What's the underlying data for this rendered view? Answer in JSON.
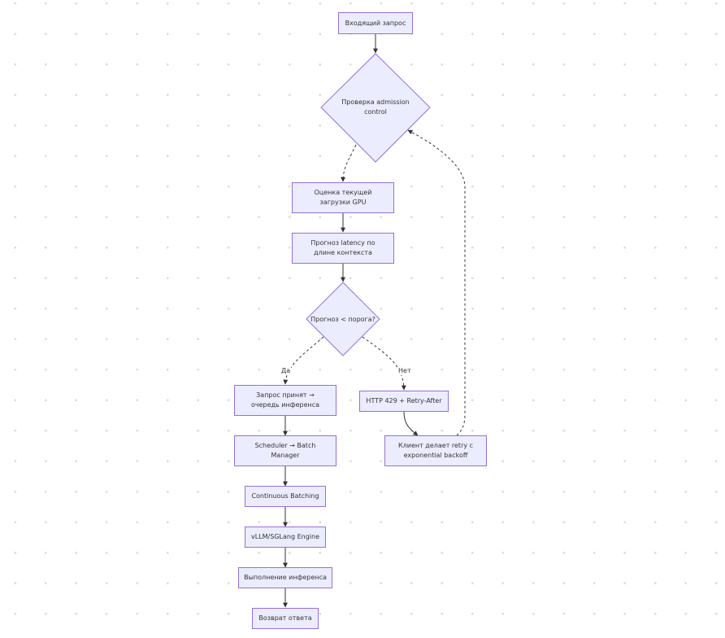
{
  "diagram": {
    "nodes": {
      "incoming_request": "Входящий запрос",
      "admission_check": "Проверка admission control",
      "gpu_load": "Оценка текущей загрузки GPU",
      "latency_forecast": "Прогноз latency по длине контекста",
      "threshold_check": "Прогноз < порога?",
      "request_accepted": "Запрос принят → очередь инференса",
      "http_429": "HTTP 429 + Retry-After",
      "client_retry": "Клиент делает retry с exponential backoff",
      "scheduler": "Scheduler → Batch Manager",
      "continuous_batching": "Continuous Batching",
      "engine": "vLLM/SGLang Engine",
      "inference": "Выполнение инференса",
      "return_response": "Возврат ответа"
    },
    "edge_labels": {
      "yes": "Да",
      "no": "Нет"
    },
    "colors": {
      "node_fill": "#ECECFF",
      "node_border": "#9370DB",
      "edge": "#333333",
      "text": "#333333"
    }
  }
}
